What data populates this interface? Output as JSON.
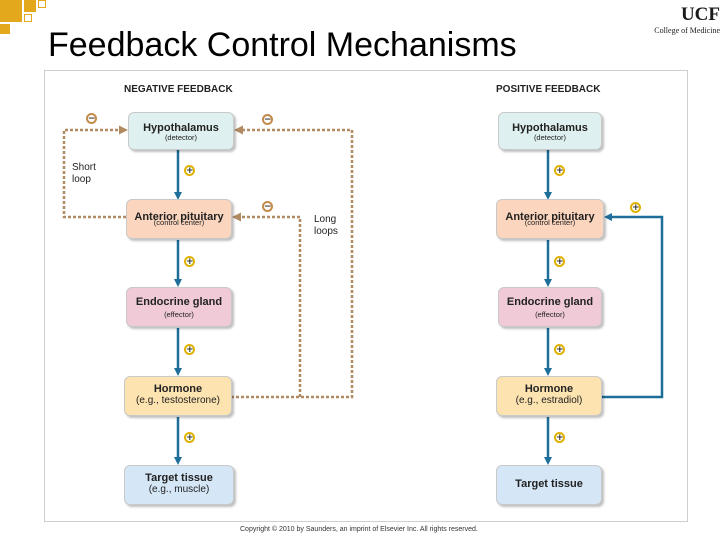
{
  "slide": {
    "title": "Feedback Control Mechanisms",
    "logo_main": "UCF",
    "logo_sub": "College of Medicine",
    "copyright": "Copyright © 2010 by Saunders, an imprint of Elsevier Inc. All rights reserved."
  },
  "negative": {
    "header": "NEGATIVE FEEDBACK",
    "hypothalamus": "Hypothalamus",
    "hypothalamus_role": "(detector)",
    "pituitary": "Anterior pituitary",
    "pituitary_role": "(control center)",
    "gland": "Endocrine gland",
    "gland_role": "(effector)",
    "hormone": "Hormone",
    "hormone_example": "(e.g., testosterone)",
    "target": "Target tissue",
    "target_example": "(e.g., muscle)",
    "short_loop": "Short\nloop",
    "long_loops": "Long\nloops"
  },
  "positive": {
    "header": "POSITIVE FEEDBACK",
    "hypothalamus": "Hypothalamus",
    "hypothalamus_role": "(detector)",
    "pituitary": "Anterior pituitary",
    "pituitary_role": "(control center)",
    "gland": "Endocrine gland",
    "gland_role": "(effector)",
    "hormone": "Hormone",
    "hormone_example": "(e.g., estradiol)",
    "target": "Target tissue"
  },
  "signs": {
    "plus": "+",
    "minus": "−"
  },
  "colors": {
    "arrow": "#1e6e9a",
    "dashed": "#b08a60",
    "sign_plus": "#e0b200",
    "sign_minus": "#c48a4a"
  }
}
